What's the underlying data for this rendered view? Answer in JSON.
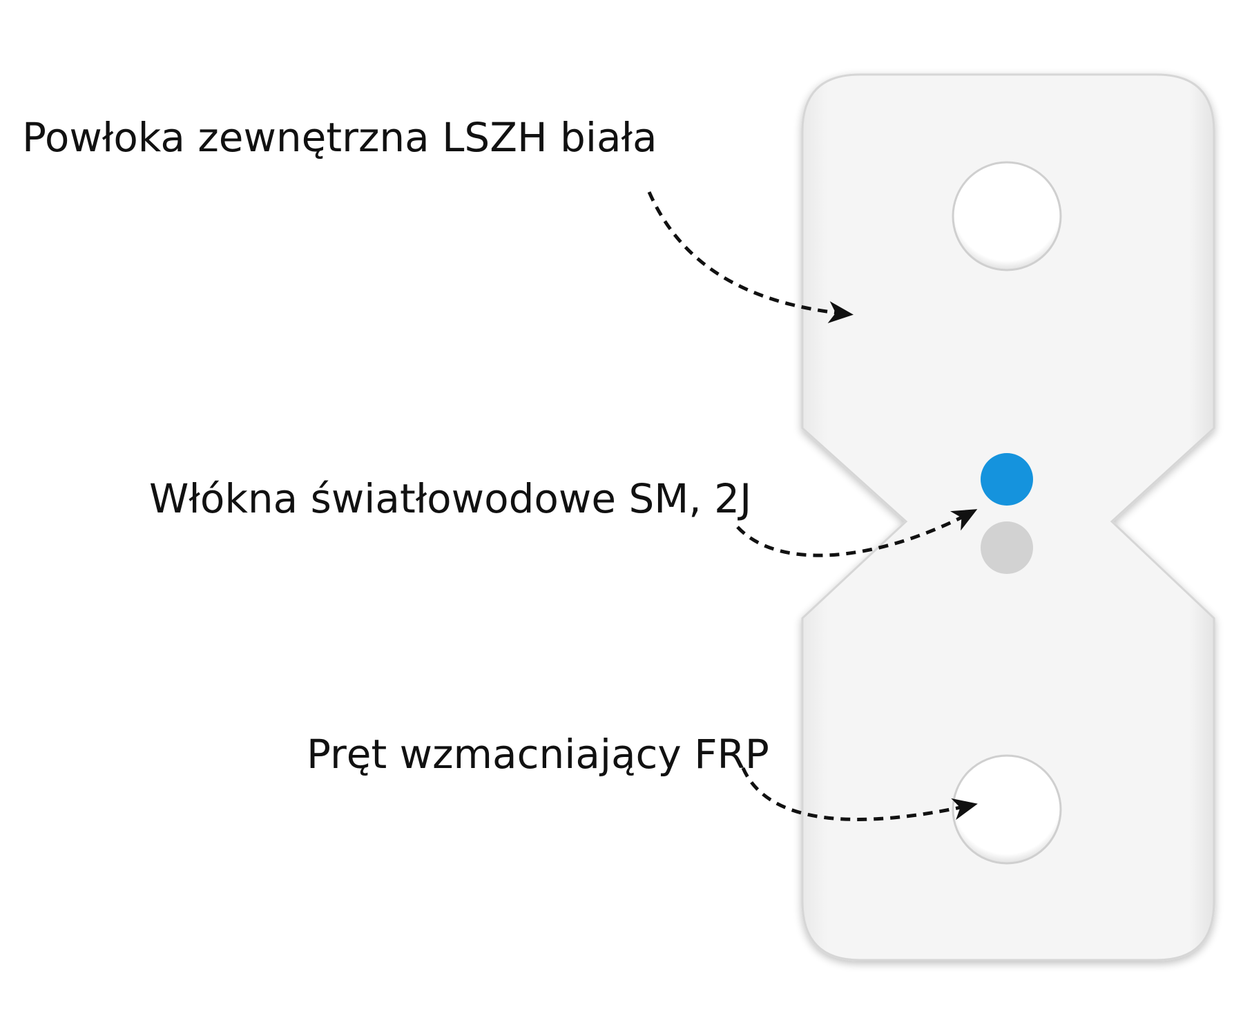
{
  "labels": {
    "sheath": "Powłoka zewnętrzna LSZH biała",
    "fibers": "Włókna światłowodowe SM, 2J",
    "frp_rod": "Pręt wzmacniający FRP"
  },
  "colors": {
    "cable_body": "#f2f2f2",
    "cable_edge": "#dcdcdc",
    "fiber_blue": "#1593dd",
    "fiber_gray": "#d2d2d2",
    "hole": "#ffffff",
    "arrow": "#111111",
    "text": "#111111"
  }
}
